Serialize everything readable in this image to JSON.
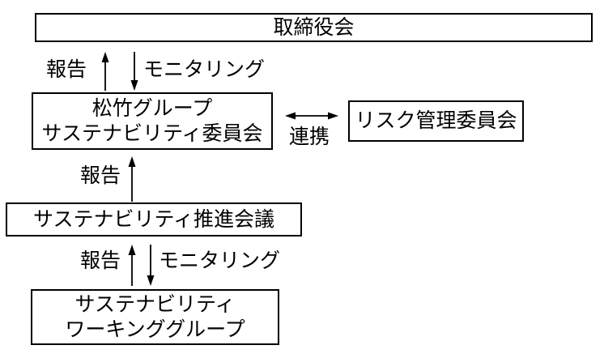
{
  "diagram": {
    "colors": {
      "background": "#ffffff",
      "line": "#000000"
    },
    "nodes": {
      "board": {
        "label": "取締役会"
      },
      "committee": {
        "line1": "松竹グループ",
        "line2": "サステナビリティ委員会"
      },
      "risk": {
        "label": "リスク管理委員会"
      },
      "council": {
        "label": "サステナビリティ推進会議"
      },
      "working_group": {
        "line1": "サステナビリティ",
        "line2": "ワーキンググループ"
      }
    },
    "edges": {
      "board_report": "報告",
      "board_monitoring": "モニタリング",
      "council_report": "報告",
      "wg_report": "報告",
      "wg_monitoring": "モニタリング",
      "collaboration": "連携"
    }
  }
}
